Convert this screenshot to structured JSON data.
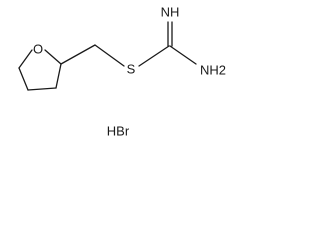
{
  "molecule": {
    "atoms": {
      "oxygen": "O",
      "sulfur": "S",
      "imine": "NH",
      "amine": "NH2"
    },
    "counter_ion": "HBr"
  },
  "colors": {
    "ink": "#1a1a1a",
    "background": "#ffffff"
  }
}
